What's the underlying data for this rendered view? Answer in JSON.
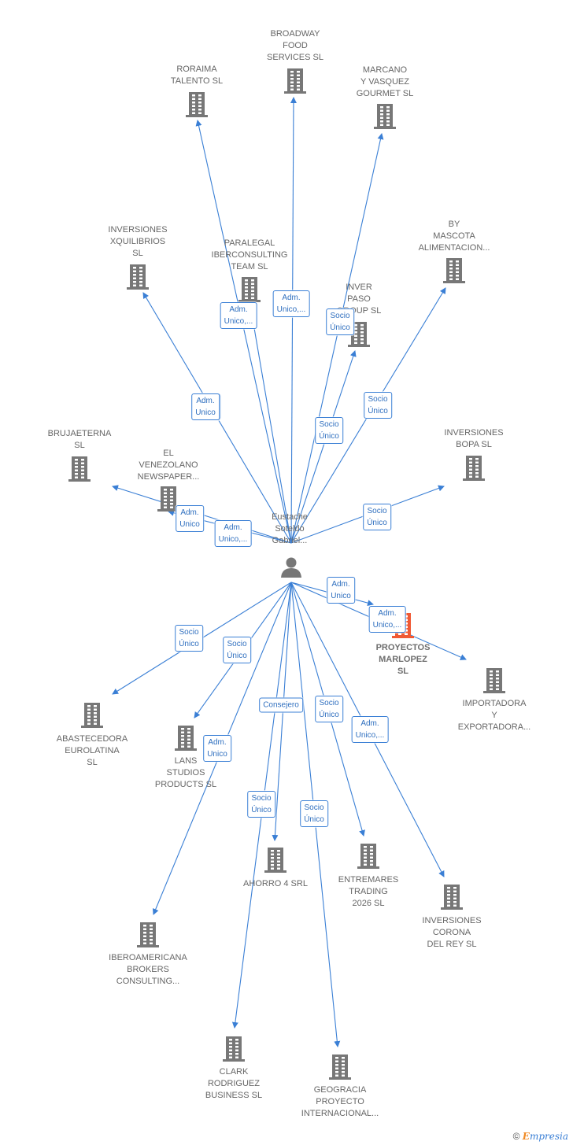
{
  "diagram": {
    "center": {
      "id": "person",
      "label": "Eustache\nSoteldo\nGabriel..."
    },
    "nodes": [
      {
        "id": "broadway",
        "label": "BROADWAY\nFOOD\nSERVICES  SL",
        "color": "#777777"
      },
      {
        "id": "roraima",
        "label": "RORAIMA\nTALENTO  SL",
        "color": "#777777"
      },
      {
        "id": "marcano",
        "label": "MARCANO\nY VASQUEZ\nGOURMET  SL",
        "color": "#777777"
      },
      {
        "id": "xquilibrios",
        "label": "INVERSIONES\nXQUILIBRIOS\nSL",
        "color": "#777777"
      },
      {
        "id": "paralegal",
        "label": "PARALEGAL\nIBERCONSULTING\nTEAM  SL",
        "color": "#777777"
      },
      {
        "id": "bymascota",
        "label": "BY\nMASCOTA\nALIMENTACION...",
        "color": "#777777"
      },
      {
        "id": "inverpaso",
        "label": "INVER\nPASO\nGROUP  SL",
        "color": "#777777"
      },
      {
        "id": "brujaeterna",
        "label": "BRUJAETERNA\nSL",
        "color": "#777777"
      },
      {
        "id": "venezolano",
        "label": "EL\nVENEZOLANO\nNEWSPAPER...",
        "color": "#777777"
      },
      {
        "id": "bopa",
        "label": "INVERSIONES\nBOPA  SL",
        "color": "#777777"
      },
      {
        "id": "marlopez",
        "label": "PROYECTOS\nMARLOPEZ\nSL",
        "color": "#f05a35",
        "main": true
      },
      {
        "id": "importadora",
        "label": "IMPORTADORA\nY\nEXPORTADORA...",
        "color": "#777777"
      },
      {
        "id": "abastecedora",
        "label": "ABASTECEDORA\nEUROLATINA\nSL",
        "color": "#777777"
      },
      {
        "id": "lans",
        "label": "LANS\nSTUDIOS\nPRODUCTS  SL",
        "color": "#777777"
      },
      {
        "id": "ahorro",
        "label": "AHORRO 4 SRL",
        "color": "#777777"
      },
      {
        "id": "entremares",
        "label": "ENTREMARES\nTRADING\n2026  SL",
        "color": "#777777"
      },
      {
        "id": "corona",
        "label": "INVERSIONES\nCORONA\nDEL REY  SL",
        "color": "#777777"
      },
      {
        "id": "iberoamericana",
        "label": "IBEROAMERICANA\nBROKERS\nCONSULTING...",
        "color": "#777777"
      },
      {
        "id": "clark",
        "label": "CLARK\nRODRIGUEZ\nBUSINESS  SL",
        "color": "#777777"
      },
      {
        "id": "geogracia",
        "label": "GEOGRACIA\nPROYECTO\nINTERNACIONAL...",
        "color": "#777777"
      }
    ],
    "edges": [
      {
        "to": "broadway",
        "label": "Adm.\nUnico,..."
      },
      {
        "to": "roraima",
        "label": "Adm.\nUnico"
      },
      {
        "to": "marcano",
        "label": "Socio\nÚnico"
      },
      {
        "to": "xquilibrios",
        "label": "Adm.\nUnico"
      },
      {
        "to": "paralegal",
        "label": "Adm.\nUnico,..."
      },
      {
        "to": "bymascota",
        "label": "Socio\nÚnico"
      },
      {
        "to": "inverpaso",
        "label": "Socio\nÚnico"
      },
      {
        "to": "brujaeterna",
        "label": "Adm.\nUnico"
      },
      {
        "to": "venezolano",
        "label": "Adm.\nUnico,..."
      },
      {
        "to": "bopa",
        "label": "Socio\nÚnico"
      },
      {
        "to": "marlopez",
        "label": "Adm.\nUnico"
      },
      {
        "to": "importadora",
        "label": "Adm.\nUnico,..."
      },
      {
        "to": "abastecedora",
        "label": "Socio\nÚnico"
      },
      {
        "to": "lans",
        "label": "Socio\nÚnico"
      },
      {
        "to": "ahorro",
        "label": "Consejero"
      },
      {
        "to": "entremares",
        "label": "Socio\nÚnico"
      },
      {
        "to": "corona",
        "label": "Adm.\nUnico,..."
      },
      {
        "to": "iberoamericana",
        "label": "Adm.\nUnico"
      },
      {
        "to": "clark",
        "label": "Socio\nÚnico"
      },
      {
        "to": "geogracia",
        "label": "Socio\nÚnico"
      }
    ],
    "colors": {
      "edge": "#3a7fd5",
      "building": "#777777",
      "highlight": "#f05a35",
      "person": "#777777"
    }
  },
  "footer": {
    "copyright": "©",
    "brand_initial": "E",
    "brand_rest": "mpresia"
  }
}
